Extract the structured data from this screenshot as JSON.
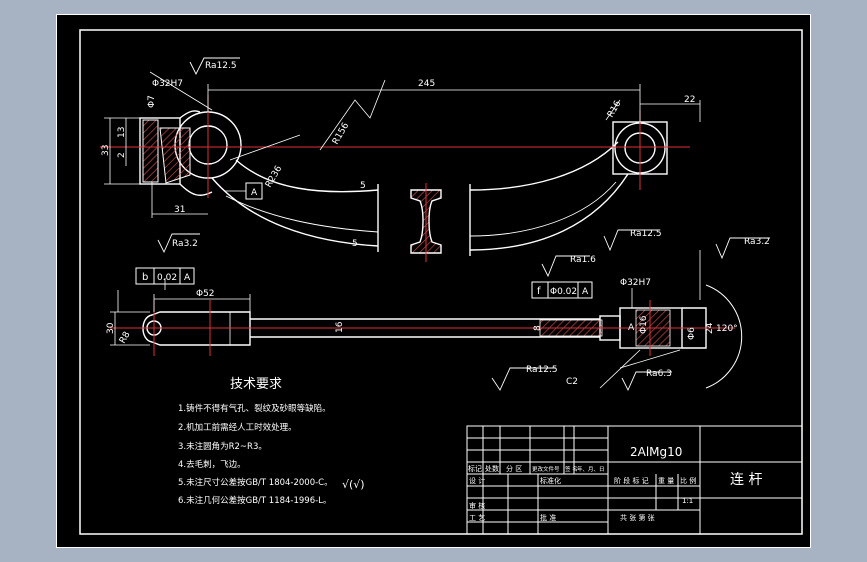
{
  "colors": {
    "canvas": "#000000",
    "line": "#ffffff",
    "center_line": "#e0303a",
    "hatch": "#d24a4a",
    "dim": "#ffffff",
    "frame_bg": "#a7b3c2"
  },
  "dims": {
    "d245": "245",
    "d22": "22",
    "r156": "R156",
    "r16": "R16",
    "r236": "R236",
    "d5a": "5",
    "d5b": "5",
    "d33": "33",
    "d13": "13",
    "d2": "2",
    "d31": "31",
    "phi7": "Φ7",
    "phi32h7": "Φ32H7",
    "phi32h7b": "Φ32H7",
    "phi52": "Φ52",
    "d30": "30",
    "r8": "R8",
    "d16": "16",
    "d8": "8",
    "phi6": "Φ6",
    "phi16": "Φ16",
    "d24": "24",
    "a120": "120°",
    "c2": "C2",
    "datum_a": "A",
    "datum_a2": "A"
  },
  "roughness": {
    "ra125_top": "Ra12.5",
    "ra32_left": "Ra3.2",
    "ra16": "Ra1.6",
    "ra125_mid": "Ra12.5",
    "ra32_right": "Ra3.2",
    "ra125_low": "Ra12.5",
    "ra63": "Ra6.3"
  },
  "tolerance": {
    "b_symbol": "b",
    "b_value": "0.02",
    "b_datum": "A",
    "f_symbol": "f",
    "f_value": "Φ0.02",
    "f_datum": "A"
  },
  "tech": {
    "title": "技术要求",
    "items": [
      "1.铸件不得有气孔、裂纹及砂眼等缺陷。",
      "2.机加工前需经人工时效处理。",
      "3.未注圆角为R2~R3。",
      "4.去毛刺，飞边。",
      "5.未注尺寸公差按GB/T 1804-2000-C。",
      "6.未注几何公差按GB/T 1184-1996-L。"
    ],
    "roughness_mark": "√(√)"
  },
  "title_block": {
    "material": "2AlMg10",
    "part_name": "连 杆",
    "h_mark": "标记",
    "h_count": "处数",
    "h_zone": "分 区",
    "h_docno": "更改文件号",
    "h_sign": "签 名",
    "h_date": "年、月、日",
    "designer": "设 计",
    "standard": "标准化",
    "stage_mark": "阶 段 标 记",
    "weight": "重 量",
    "scale": "比 例",
    "scale_val": "1:1",
    "review": "审 核",
    "craft": "工 艺",
    "approve": "批 准",
    "sheet": "共   张   第   张"
  }
}
